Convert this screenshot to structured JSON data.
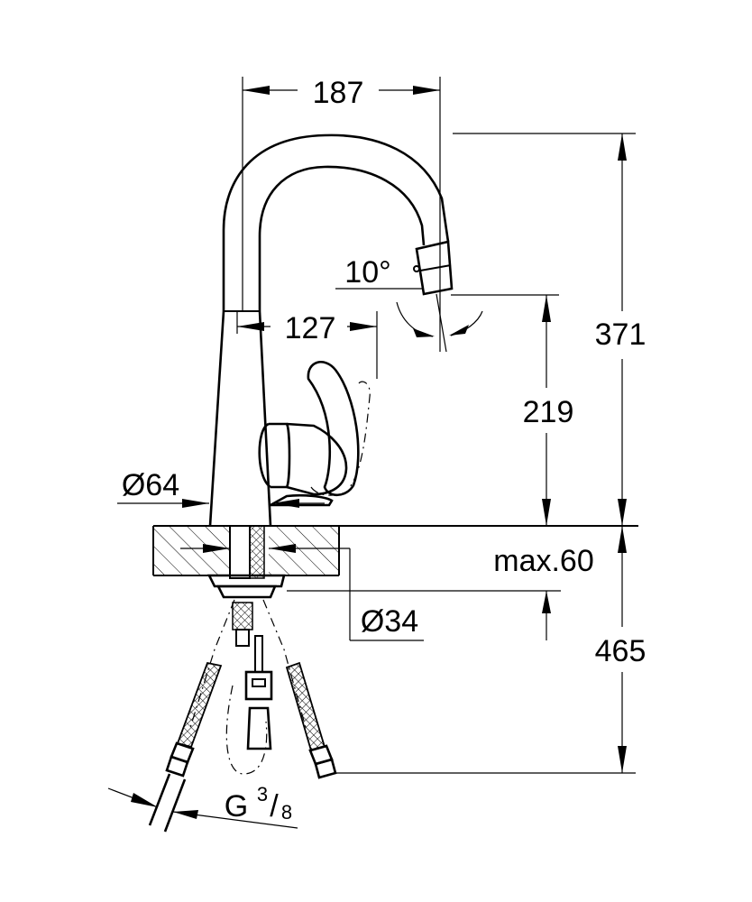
{
  "dimensions": {
    "spout_reach": "187",
    "total_height": "371",
    "spout_swivel": "10°",
    "lever_reach": "127",
    "outlet_height": "219",
    "base_diameter": "Ø64",
    "deck_thickness": "max.60",
    "hole_diameter": "Ø34",
    "hose_length": "465",
    "connection_thread": "G",
    "connection_thread_numerator": "3",
    "connection_thread_denominator": "8"
  }
}
